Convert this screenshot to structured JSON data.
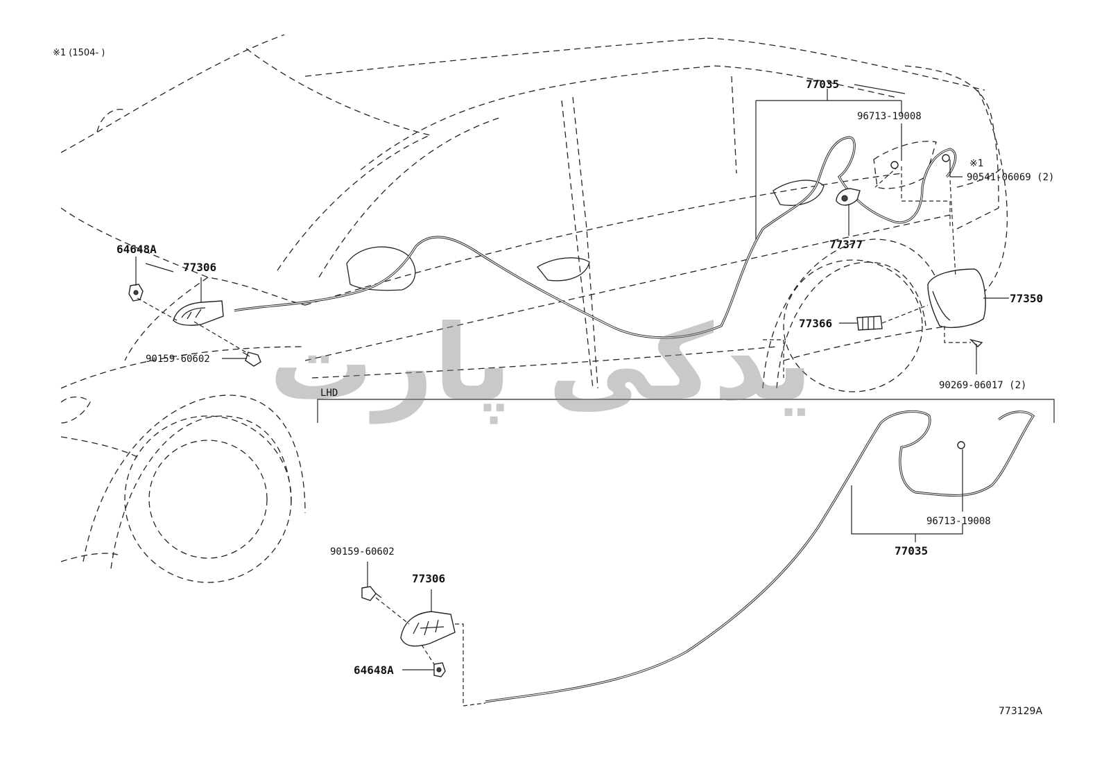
{
  "note_top": "※1 (1504-        )",
  "section_label": "LHD",
  "illustration_code": "773129A",
  "watermark_text": "یدکی پارت",
  "labels": {
    "p77035_top": "77035",
    "p96713_top": "96713-19008",
    "note_marker": "※1",
    "p90541": "90541-06069 (2)",
    "p77377": "77377",
    "p77350": "77350",
    "p77366": "77366",
    "p90269": "90269-06017 (2)",
    "p64648A_top": "64648A",
    "p77306_top": "77306",
    "p90159_top": "90159-60602",
    "p90159_bottom": "90159-60602",
    "p77306_bottom": "77306",
    "p64648A_bottom": "64648A",
    "p96713_bottom": "96713-19008",
    "p77035_bottom": "77035"
  }
}
